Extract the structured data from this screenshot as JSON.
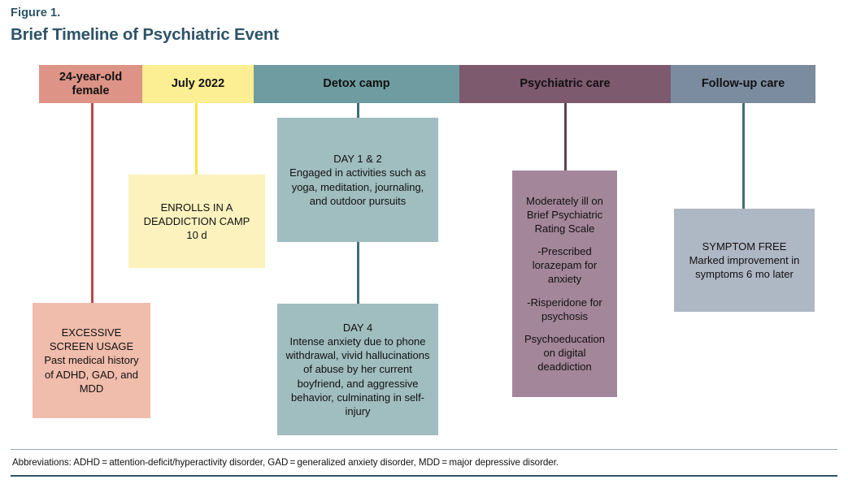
{
  "figure": {
    "label": "Figure 1.",
    "title": "Brief Timeline of Psychiatric Event"
  },
  "colors": {
    "title_text": "#2E5468",
    "phase_patient": "#DD9486",
    "phase_date": "#FCEE92",
    "phase_detox": "#6E9CA0",
    "phase_psych": "#7E5A6E",
    "phase_followup": "#7C8CA0",
    "box_patient": "#F0BCAB",
    "box_date": "#FCF2BE",
    "box_detox": "#A0BDC0",
    "box_psych": "#A4869A",
    "box_followup": "#AEB7C4",
    "line_patient": "#C0444A",
    "line_date": "#FFE23D",
    "line_detox": "#3D7075",
    "line_psych": "#5E4050",
    "line_followup": "#3D7075"
  },
  "timeline": {
    "phases": [
      {
        "label": "24-year-old female"
      },
      {
        "label": "July 2022"
      },
      {
        "label": "Detox camp"
      },
      {
        "label": "Psychiatric care"
      },
      {
        "label": "Follow-up care"
      }
    ],
    "events": [
      {
        "id": "excessive-screen-usage",
        "heading": "EXCESSIVE SCREEN USAGE",
        "body": "Past medical history of ADHD, GAD, and MDD"
      },
      {
        "id": "enrolls-in-deaddiction-camp",
        "heading": "ENROLLS IN A DEADDICTION CAMP",
        "body": "10 d"
      },
      {
        "id": "day-1-and-2",
        "heading": "DAY 1 & 2",
        "body": "Engaged in activities such as yoga, meditation, journaling, and outdoor pursuits"
      },
      {
        "id": "day-4",
        "heading": "DAY 4",
        "body": "Intense anxiety due to phone withdrawal, vivid hallucinations of abuse by her current boyfriend, and aggressive behavior, culminating in self-injury"
      },
      {
        "id": "psychiatric-care-detail",
        "line1": "Moderately ill on Brief Psychiatric Rating Scale",
        "line2": "-Prescribed lorazepam for anxiety",
        "line3": "-Risperidone for psychosis",
        "line4": "Psychoeducation on digital deaddiction"
      },
      {
        "id": "symptom-free",
        "heading": "SYMPTOM FREE",
        "body": "Marked improvement in symptoms 6 mo later"
      }
    ]
  },
  "footer": {
    "abbreviations": "Abbreviations: ADHD = attention-deficit/hyperactivity disorder, GAD = generalized anxiety disorder, MDD = major depressive disorder."
  }
}
